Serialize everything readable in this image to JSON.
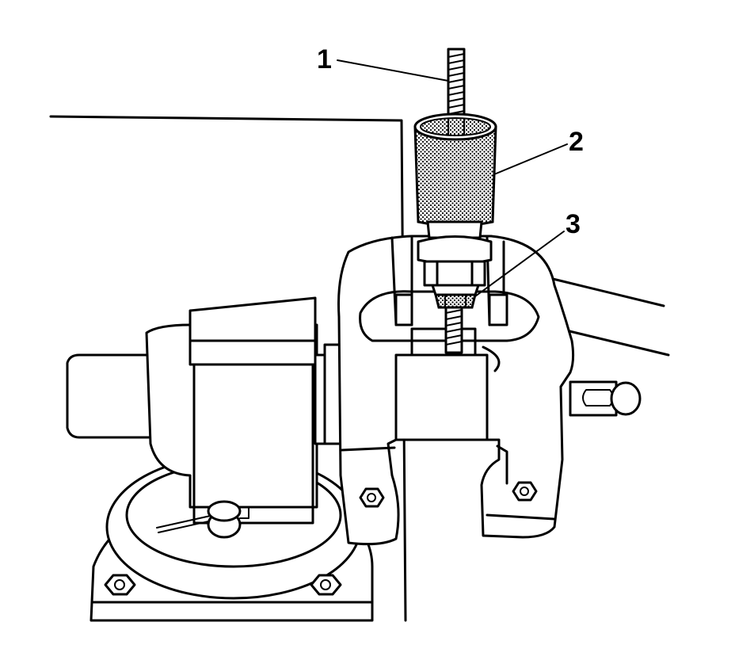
{
  "callouts": [
    {
      "label": "1",
      "part": "threaded-rod"
    },
    {
      "label": "2",
      "part": "receiver-cup"
    },
    {
      "label": "3",
      "part": "nut"
    }
  ],
  "colors": {
    "line": "#000000",
    "background": "#ffffff",
    "stipple": "#000000"
  }
}
